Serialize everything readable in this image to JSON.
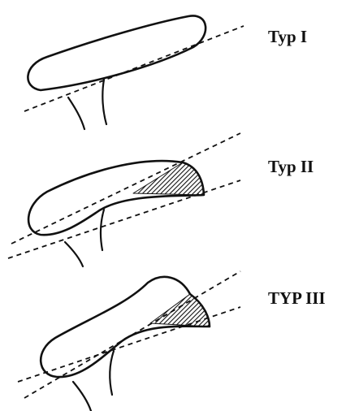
{
  "labels": {
    "type1": "Typ I",
    "type2": "Typ II",
    "type3": "TYP III"
  },
  "colors": {
    "line": "#111111",
    "background": "#ffffff",
    "hatch_fill": "url-pattern-diagonal-hatch"
  }
}
